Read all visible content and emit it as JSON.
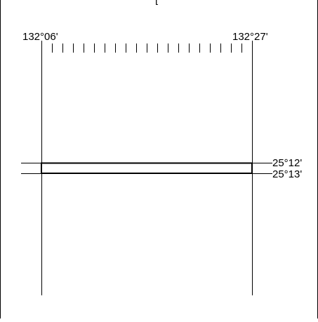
{
  "top_label": "[",
  "longitude": {
    "west_label": "132°06'",
    "east_label": "132°27'",
    "tick_count": 21
  },
  "latitude": {
    "north_label": "25°12'",
    "south_label": "25°13'"
  },
  "colors": {
    "line": "#000000",
    "background": "#ffffff"
  }
}
